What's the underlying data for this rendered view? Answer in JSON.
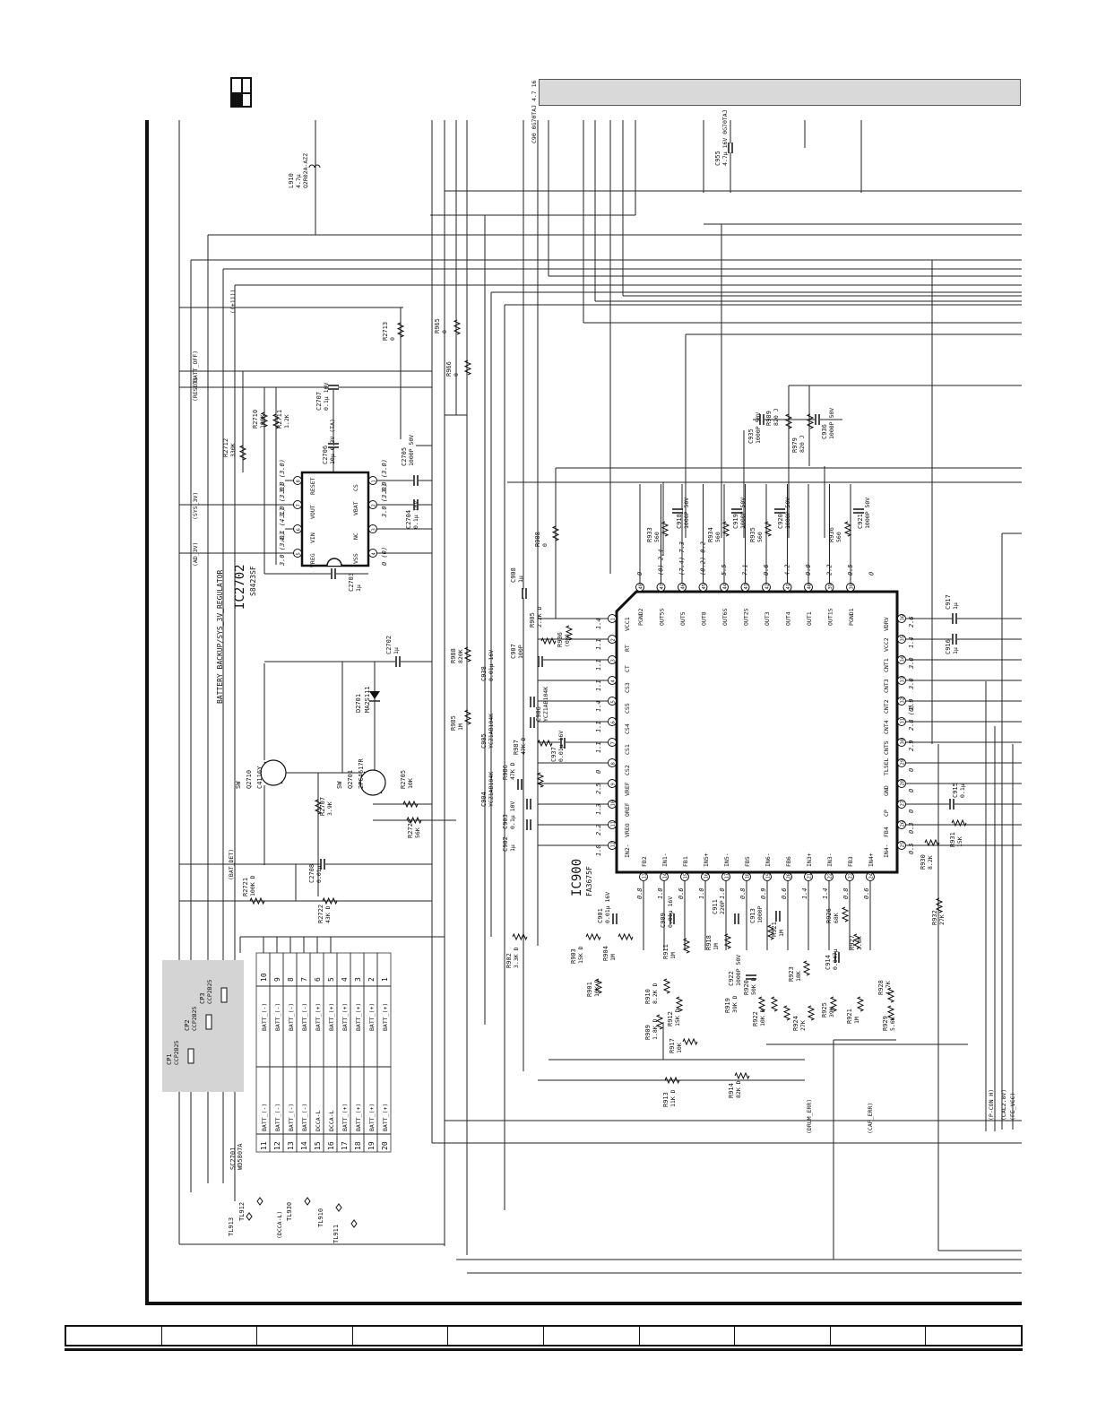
{
  "sheet_grid_columns": 10,
  "section_title": "BATTERY BACKUP/SYS_3V_REGULATOR",
  "regulator": {
    "ref": "IC2702",
    "part": "S8423SF",
    "pins_left": [
      "RESET",
      "VOUT",
      "VIN",
      "VREG"
    ],
    "pins_right": [
      "CS",
      "VBAT",
      "NC",
      "VSS"
    ],
    "voltages_left": [
      "3.0 (3.0)",
      "3.0 (3.0)",
      "4.1 (4.1)",
      "3.0 (3.0)"
    ],
    "voltages_right": [
      "3.0 (3.0)",
      "3.0 (3.0)",
      "",
      "0 (0)"
    ],
    "pin_numbers_left": [
      "8",
      "7",
      "6",
      "5"
    ],
    "pin_numbers_right": [
      "1",
      "2",
      "3",
      "4"
    ]
  },
  "main_ic": {
    "ref": "IC900",
    "part": "FA3675F",
    "pins_top": [
      "VCC1",
      "RT",
      "CT",
      "CS3",
      "CS5",
      "CS4",
      "CS1",
      "CS2",
      "VREF",
      "OREF",
      "VREO",
      "IN2-"
    ],
    "pins_top_voltages": [
      "1.4",
      "1.1",
      "1.1",
      "1.1",
      "1.4",
      "1.1",
      "1.1",
      "0",
      "2.5",
      "1.3",
      "2.2",
      "1.0"
    ],
    "pins_right_col": [
      "PGND2",
      "OUT5S",
      "OUT5",
      "OUT8",
      "OUT6S",
      "OUT2S",
      "OUT3",
      "OUT4",
      "OUT1",
      "OUT1S",
      "PGND1"
    ],
    "pins_right_voltages": [
      "0",
      "(0) 2.4",
      "(7.4) 7.3",
      "(0.2) 0.2",
      "5.5",
      "7.1",
      "0.6",
      "4.2",
      "0.0",
      "2.2",
      "0.5",
      "0"
    ],
    "pins_bottom": [
      "VDRV",
      "VCC2",
      "CNT1",
      "CNT3",
      "CNT2",
      "CNT4",
      "CNT5",
      "TL5EL",
      "GND",
      "CP",
      "FB4",
      "IN4-"
    ],
    "pins_bottom_voltages": [
      "2.6",
      "1.4",
      "3.0",
      "3.0",
      "2.9",
      "2.8 (0)",
      "2.9",
      "0",
      "0",
      "0",
      "0.3",
      "0.5"
    ],
    "pins_left_col": [
      "FB2",
      "IN1-",
      "FB1",
      "IN5+",
      "IN5-",
      "FB5",
      "IN6-",
      "FB6",
      "IN3+",
      "IN3-",
      "FB3",
      "IN4+"
    ],
    "pins_left_voltages": [
      "0.8",
      "1.0",
      "0.6",
      "1.0",
      "1.0",
      "0.8",
      "0.9",
      "0.6",
      "1.4",
      "1.4",
      "0.8",
      "0.6"
    ]
  },
  "connector": {
    "ref": "SC2701",
    "part": "WD5807A",
    "pins_left": [
      "11",
      "12",
      "13",
      "14",
      "15",
      "16",
      "17",
      "18",
      "19",
      "20"
    ],
    "labels_left": [
      "BATT_(-)",
      "BATT_(-)",
      "BATT_(-)",
      "BATT_(-)",
      "DCCA-L",
      "DCCA-L",
      "BATT_(+)",
      "BATT_(+)",
      "BATT_(+)",
      "BATT_(+)"
    ],
    "pins_right": [
      "10",
      "9",
      "8",
      "7",
      "6",
      "5",
      "4",
      "3",
      "2",
      "1"
    ],
    "labels_right": [
      "BATT_(-)",
      "BATT_(-)",
      "BATT_(-)",
      "BATT_(-)",
      "BATT_(+)",
      "BATT_(+)",
      "BATT_(+)",
      "BATT_(+)",
      "BATT_(+)",
      "BATT_(+)"
    ]
  },
  "fuses": [
    "CP1",
    "CP2",
    "CP3"
  ],
  "fuse_part": "CCP2B25",
  "signals": [
    "(BATT_OFF)",
    "(RESET)",
    "(SYS_3V)",
    "(AD_3V)",
    "(BAT_DET)",
    "(DCCA-L)",
    "(DRUM_ERR)",
    "(CAP_ERR)",
    "(P-CON H)",
    "(CAL2.8V)",
    "(FE_VCC)"
  ],
  "test_points": [
    "TL912",
    "TL913",
    "TL930",
    "TL910",
    "TL911"
  ],
  "transistors": [
    {
      "ref": "Q2710",
      "part": "C4116Y",
      "fn": "SW"
    },
    {
      "ref": "Q2701",
      "part": "2PC4617R",
      "fn": "SW"
    }
  ],
  "diode": {
    "ref": "D2701",
    "part": "MA2S111"
  },
  "inductor": {
    "ref": "L910",
    "value": "4.7μ",
    "part": "Q2R02A-AZZ"
  },
  "resistors": [
    {
      "ref": "R2712",
      "value": "330K"
    },
    {
      "ref": "R2710",
      "value": "100K"
    },
    {
      "ref": "R2711",
      "value": "1.2K"
    },
    {
      "ref": "R2713",
      "value": "0"
    },
    {
      "ref": "R2707",
      "value": "3.9K"
    },
    {
      "ref": "R2705",
      "value": "10K"
    },
    {
      "ref": "R2720",
      "value": "56K"
    },
    {
      "ref": "R2721",
      "value": "100K D"
    },
    {
      "ref": "R2722",
      "value": "43K D"
    },
    {
      "ref": "R965",
      "value": "0"
    },
    {
      "ref": "R966",
      "value": "0"
    },
    {
      "ref": "R908",
      "value": "0"
    },
    {
      "ref": "R905",
      "value": "2.2K D"
    },
    {
      "ref": "R906",
      "value": "(0K)"
    },
    {
      "ref": "R988",
      "value": "820K"
    },
    {
      "ref": "R985",
      "value": "1M"
    },
    {
      "ref": "R987",
      "value": "47K D"
    },
    {
      "ref": "R986",
      "value": "47K D"
    },
    {
      "ref": "R902",
      "value": "3.3K D"
    },
    {
      "ref": "R903",
      "value": "15K D"
    },
    {
      "ref": "R904",
      "value": "1M"
    },
    {
      "ref": "R901",
      "value": "10K D"
    },
    {
      "ref": "R911",
      "value": "1M"
    },
    {
      "ref": "R910",
      "value": "8.2K D"
    },
    {
      "ref": "R909",
      "value": "1.8K D"
    },
    {
      "ref": "R912",
      "value": "15K D"
    },
    {
      "ref": "R917",
      "value": "10K"
    },
    {
      "ref": "R913",
      "value": "11K D"
    },
    {
      "ref": "R914",
      "value": "82K D"
    },
    {
      "ref": "R918",
      "value": "1M"
    },
    {
      "ref": "R921",
      "value": "1M"
    },
    {
      "ref": "R919",
      "value": "39K D"
    },
    {
      "ref": "R920",
      "value": "50K D"
    },
    {
      "ref": "R922",
      "value": "10K D"
    },
    {
      "ref": "R923",
      "value": "18K"
    },
    {
      "ref": "R924",
      "value": "27K"
    },
    {
      "ref": "R925",
      "value": "39K"
    },
    {
      "ref": "R926",
      "value": "68K"
    },
    {
      "ref": "R927",
      "value": "3.3K"
    },
    {
      "ref": "R928",
      "value": "4.7K"
    },
    {
      "ref": "R929",
      "value": "5.6K"
    },
    {
      "ref": "R930",
      "value": "8.2K"
    },
    {
      "ref": "R931",
      "value": "15K"
    },
    {
      "ref": "R932",
      "value": "27K"
    },
    {
      "ref": "R933",
      "value": "560"
    },
    {
      "ref": "R934",
      "value": "560"
    },
    {
      "ref": "R935",
      "value": "560"
    },
    {
      "ref": "R936",
      "value": "560"
    },
    {
      "ref": "R989",
      "value": "820 J"
    },
    {
      "ref": "R979",
      "value": "820 J"
    }
  ],
  "capacitors": [
    {
      "ref": "C2707",
      "value": "0.1μ 10V"
    },
    {
      "ref": "C2706",
      "value": "10μ 6.3V (TA)"
    },
    {
      "ref": "C2705",
      "value": "1000P 50V"
    },
    {
      "ref": "C2704",
      "value": "0.1μ 10V"
    },
    {
      "ref": "C2703",
      "value": "1μ"
    },
    {
      "ref": "C2702",
      "value": "1μ"
    },
    {
      "ref": "C2708",
      "value": "0.01μ"
    },
    {
      "ref": "C955",
      "value": "4.7μ 16V 0G70TAJ"
    },
    {
      "ref": "C90",
      "value": "0G70TAJ 4.7 16"
    },
    {
      "ref": "C908",
      "value": "1μ"
    },
    {
      "ref": "C907",
      "value": "100P"
    },
    {
      "ref": "C938",
      "value": "0.01μ 16V"
    },
    {
      "ref": "C906",
      "value": "YCZ1AB104K"
    },
    {
      "ref": "C905",
      "value": "YCZ1AB104K"
    },
    {
      "ref": "C904",
      "value": "YCZ1AB104K"
    },
    {
      "ref": "C937",
      "value": "0.01μ 16V"
    },
    {
      "ref": "C903",
      "value": "0.1μ 10V"
    },
    {
      "ref": "C902",
      "value": "1μ"
    },
    {
      "ref": "C901",
      "value": "0.01μ 16V"
    },
    {
      "ref": "C909",
      "value": "0.01μ 16V"
    },
    {
      "ref": "C911",
      "value": "220P"
    },
    {
      "ref": "C913",
      "value": "1000P"
    },
    {
      "ref": "C922",
      "value": "1000P 50V"
    },
    {
      "ref": "C914",
      "value": "0.047μ"
    },
    {
      "ref": "C915",
      "value": "0.1μ"
    },
    {
      "ref": "C916",
      "value": "1μ"
    },
    {
      "ref": "C917",
      "value": "1μ"
    },
    {
      "ref": "C918",
      "value": "1000P 50V"
    },
    {
      "ref": "C919",
      "value": "1000P 50V"
    },
    {
      "ref": "C920",
      "value": "1000P 50V"
    },
    {
      "ref": "C921",
      "value": "1000P 50V"
    },
    {
      "ref": "C935",
      "value": "1000P 50V"
    },
    {
      "ref": "C936",
      "value": "1000P 50V"
    }
  ]
}
